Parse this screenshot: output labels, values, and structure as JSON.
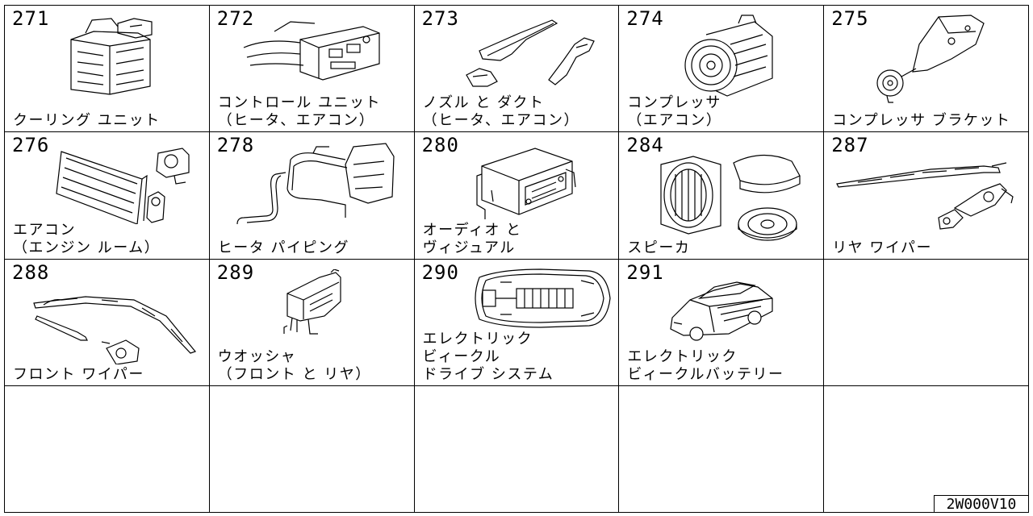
{
  "catalog": {
    "doc_code": "2W000V10",
    "cells": [
      {
        "num": "271",
        "icon": "cooling-unit-icon",
        "lines": [
          "クーリング ユニット"
        ]
      },
      {
        "num": "272",
        "icon": "control-unit-icon",
        "lines": [
          "コントロール ユニット",
          "（ヒータ、エアコン）"
        ]
      },
      {
        "num": "273",
        "icon": "nozzle-duct-icon",
        "lines": [
          "ノズル と ダクト",
          "（ヒータ、エアコン）"
        ]
      },
      {
        "num": "274",
        "icon": "compressor-icon",
        "lines": [
          "コンプレッサ",
          "（エアコン）"
        ]
      },
      {
        "num": "275",
        "icon": "compressor-bracket-icon",
        "lines": [
          "コンプレッサ ブラケット"
        ]
      },
      {
        "num": "276",
        "icon": "aircon-engine-room-icon",
        "lines": [
          "エアコン",
          "（エンジン ルーム）"
        ]
      },
      {
        "num": "278",
        "icon": "heater-piping-icon",
        "lines": [
          "ヒータ パイピング"
        ]
      },
      {
        "num": "280",
        "icon": "audio-unit-icon",
        "lines": [
          "オーディオ と",
          "ヴィジュアル"
        ]
      },
      {
        "num": "284",
        "icon": "speaker-icon",
        "lines": [
          "スピーカ"
        ]
      },
      {
        "num": "287",
        "icon": "rear-wiper-icon",
        "lines": [
          "リヤ ワイパー"
        ]
      },
      {
        "num": "288",
        "icon": "front-wiper-icon",
        "lines": [
          "フロント ワイパー"
        ]
      },
      {
        "num": "289",
        "icon": "washer-icon",
        "lines": [
          "ウオッシャ",
          "（フロント と リヤ）"
        ]
      },
      {
        "num": "290",
        "icon": "ev-drive-system-icon",
        "lines": [
          "エレクトリック",
          "ビィークル",
          "ドライブ システム"
        ]
      },
      {
        "num": "291",
        "icon": "ev-battery-icon",
        "lines": [
          "エレクトリック",
          "ビィークルバッテリー"
        ]
      }
    ]
  }
}
